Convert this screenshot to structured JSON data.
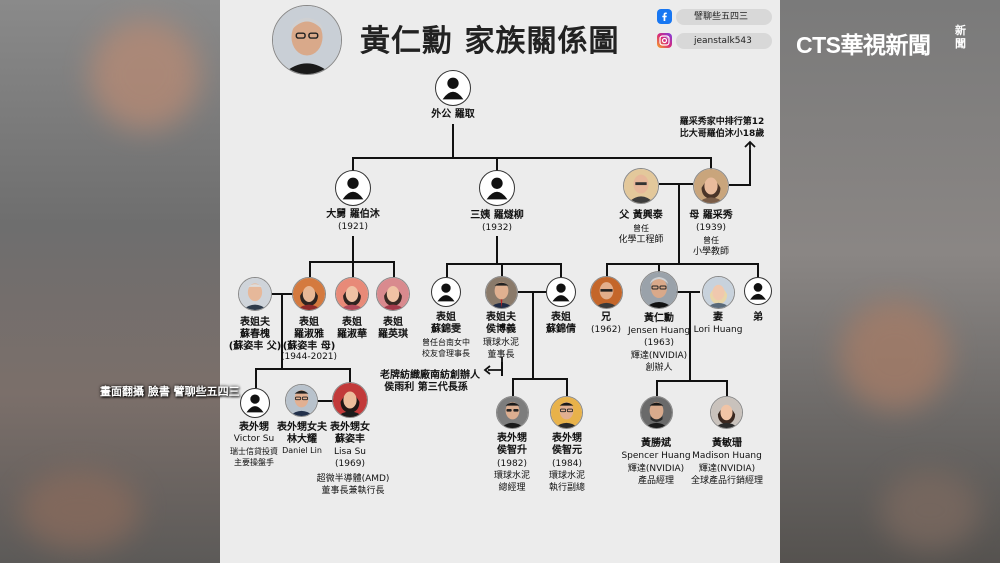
{
  "title": "黃仁勳 家族關係圖",
  "social": {
    "facebook": "譬聊些五四三",
    "instagram": "jeanstalk543"
  },
  "station": {
    "logo": "CTS華視新聞",
    "news_tag": "新聞"
  },
  "overlay_caption": "畫面翻攝 臉書 譬聊些五四三",
  "annotation_luo": [
    "羅采秀家中排行第12",
    "比大哥羅伯沐小18歲"
  ],
  "annotation_hou": [
    "老牌紡織廠南紡創辦人",
    "侯雨利 第三代長孫"
  ],
  "gen1": {
    "grandpa": "外公 羅取"
  },
  "gen2": {
    "uncle": {
      "name": "大舅 羅伯沐",
      "year": "(1921)"
    },
    "aunt": {
      "name": "三姨 羅燧柳",
      "year": "(1932)"
    },
    "father": {
      "name": "父 黃興泰",
      "role1": "曾任",
      "role2": "化學工程師"
    },
    "mother": {
      "name": "母 羅采秀",
      "year": "(1939)",
      "role1": "曾任",
      "role2": "小學教師"
    }
  },
  "gen3": {
    "su_father": {
      "l1": "表姐夫",
      "l2": "蘇春槐",
      "l3": "(蘇姿丰 父)"
    },
    "luo_shuya": {
      "l1": "表姐",
      "l2": "羅淑雅",
      "l3": "(蘇姿丰 母)",
      "l4": "(1944-2021)"
    },
    "luo_shuhua": {
      "l1": "表姐",
      "l2": "羅淑華"
    },
    "luo_yingqi": {
      "l1": "表姐",
      "l2": "羅英琪"
    },
    "su_jinwen": {
      "l1": "表姐",
      "l2": "蘇錦雯",
      "l3": "曾任台南女中",
      "l4": "校友會理事長"
    },
    "hou_boyi": {
      "l1": "表姐夫",
      "l2": "侯博義",
      "l3": "環球水泥",
      "l4": "董事長"
    },
    "su_jinqian": {
      "l1": "表姐",
      "l2": "蘇錦倩"
    },
    "brother": {
      "l1": "兄",
      "l2": "(1962)"
    },
    "jensen": {
      "l1": "黃仁勳",
      "l2": "Jensen Huang",
      "l3": "(1963)",
      "l4": "輝達(NVIDIA)",
      "l5": "創辦人"
    },
    "lori": {
      "l1": "妻",
      "l2": "Lori Huang"
    },
    "younger": {
      "l1": "弟"
    }
  },
  "gen4": {
    "victor": {
      "l1": "表外甥",
      "l2": "Victor Su",
      "l3": "瑞士信貸投資",
      "l4": "主要操盤手"
    },
    "daniel": {
      "l1": "表外甥女夫",
      "l2": "林大耀",
      "l3": "Daniel Lin"
    },
    "lisa": {
      "l1": "表外甥女",
      "l2": "蘇姿丰",
      "l3": "Lisa Su",
      "l4": "(1969)",
      "l5": "超微半導體(AMD)",
      "l6": "董事長兼執行長"
    },
    "hou_zhisheng": {
      "l1": "表外甥",
      "l2": "侯智升",
      "l3": "(1982)",
      "l4": "環球水泥",
      "l5": "總經理"
    },
    "hou_zhiyuan": {
      "l1": "表外甥",
      "l2": "侯智元",
      "l3": "(1984)",
      "l4": "環球水泥",
      "l5": "執行副總"
    },
    "spencer": {
      "l1": "黃勝斌",
      "l2": "Spencer Huang",
      "l3": "輝達(NVIDIA)",
      "l4": "產品經理"
    },
    "madison": {
      "l1": "黃敏珊",
      "l2": "Madison Huang",
      "l3": "輝達(NVIDIA)",
      "l4": "全球產品行銷經理"
    }
  },
  "colors": {
    "panel": "#ececec",
    "line": "#111111",
    "facebook": "#1877f2",
    "instagram": "#d6297a"
  }
}
